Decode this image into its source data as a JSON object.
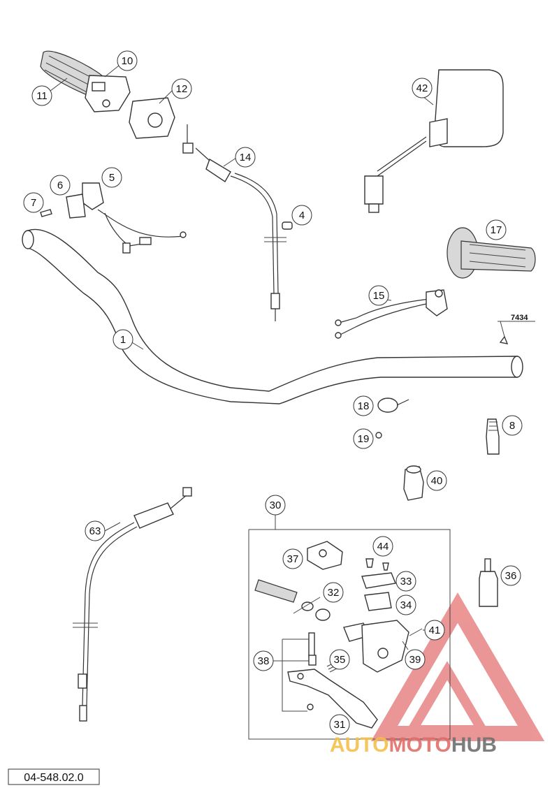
{
  "diagram": {
    "document_number": "04-548.02.0",
    "watermark": {
      "part1": "AUTO",
      "part2": "MOTO",
      "part3": "HUB",
      "color1": "#f5c04a",
      "color2": "#e0706a",
      "color3": "#707070",
      "triangle_color": "#e57373"
    },
    "reference_label": "7434",
    "callouts": {
      "c1": "1",
      "c4": "4",
      "c5": "5",
      "c6": "6",
      "c7": "7",
      "c8": "8",
      "c10": "10",
      "c11": "11",
      "c12": "12",
      "c14": "14",
      "c15": "15",
      "c17": "17",
      "c18": "18",
      "c19": "19",
      "c30": "30",
      "c31": "31",
      "c32": "32",
      "c33": "33",
      "c34": "34",
      "c35": "35",
      "c36": "36",
      "c37": "37",
      "c38": "38",
      "c39": "39",
      "c40": "40",
      "c41": "41",
      "c42": "42",
      "c44": "44",
      "c63": "63"
    }
  }
}
